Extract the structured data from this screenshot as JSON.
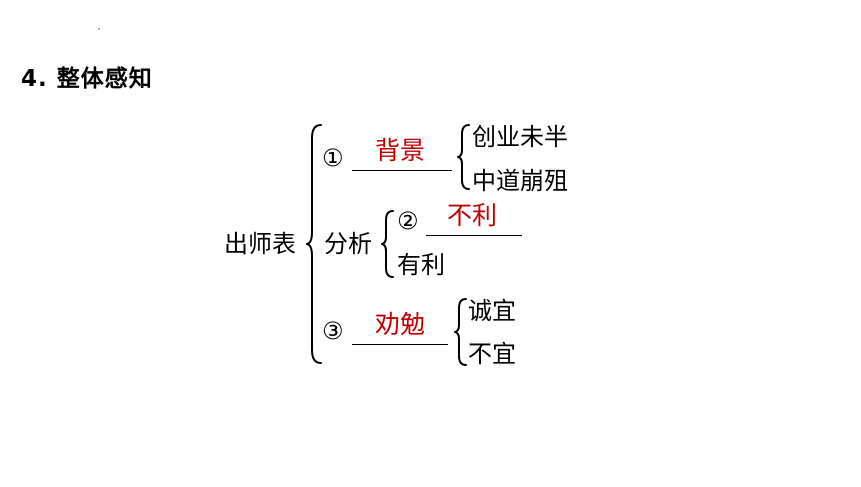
{
  "heading": "4. 整体感知",
  "root": "出师表",
  "branches": {
    "first": {
      "marker": "①",
      "answer": "背景",
      "items": [
        "创业未半",
        "中道崩殂"
      ]
    },
    "second": {
      "label": "分析",
      "sub": [
        {
          "marker": "②",
          "answer": "不利"
        },
        {
          "text": "有利"
        }
      ]
    },
    "third": {
      "marker": "③",
      "answer": "劝勉",
      "items": [
        "诚宜",
        "不宜"
      ]
    }
  }
}
